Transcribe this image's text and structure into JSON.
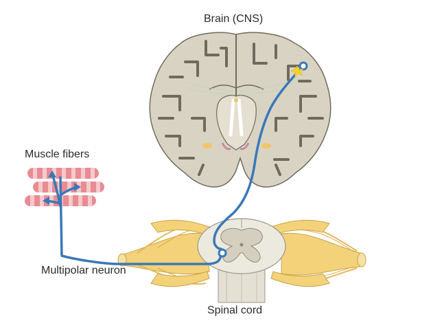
{
  "labels": {
    "brain": "Brain (CNS)",
    "muscle": "Muscle fibers",
    "neuron": "Multipolar neuron",
    "spinal": "Spinal cord"
  },
  "colors": {
    "brain_fill": "#d8d3c3",
    "brain_stroke": "#6f6a5d",
    "neuron_path": "#3a78b8",
    "nerve_yellow": "#f3d27a",
    "muscle_pink": "#e88c93",
    "muscle_light": "#f6c9cc",
    "synapse_star": "#f3d02a"
  },
  "icons": {
    "synapse": "star-burst"
  }
}
